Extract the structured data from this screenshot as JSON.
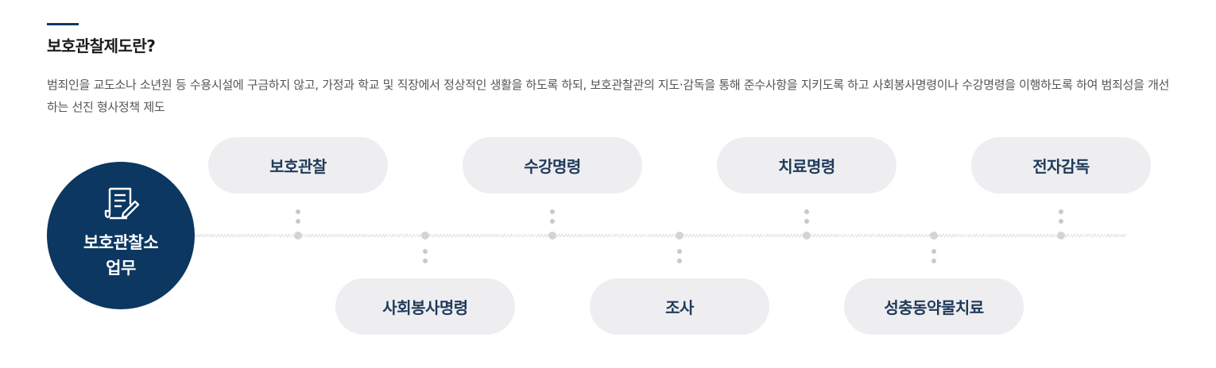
{
  "section": {
    "title": "보호관찰제도란?",
    "description": "범죄인을 교도소나 소년원 등 수용시설에 구금하지 않고, 가정과 학교 및 직장에서 정상적인 생활을 하도록 하되, 보호관찰관의 지도·감독을 통해 준수사항을 지키도록 하고 사회봉사명령이나 수강명령을 이행하도록 하여 범죄성을 개선하는 선진 형사정책 제도"
  },
  "main_node": {
    "icon": "document-pen-icon",
    "label_line1": "보호관찰소",
    "label_line2": "업무"
  },
  "tasks": {
    "top": [
      "보호관찰",
      "수강명령",
      "치료명령",
      "전자감독"
    ],
    "bottom": [
      "사회봉사명령",
      "조사",
      "성충동약물치료"
    ]
  },
  "colors": {
    "accent": "#0b3761",
    "pill_background": "#eeeef0",
    "pill_text": "#1f3a5a",
    "timeline": "#d4d4d4"
  }
}
